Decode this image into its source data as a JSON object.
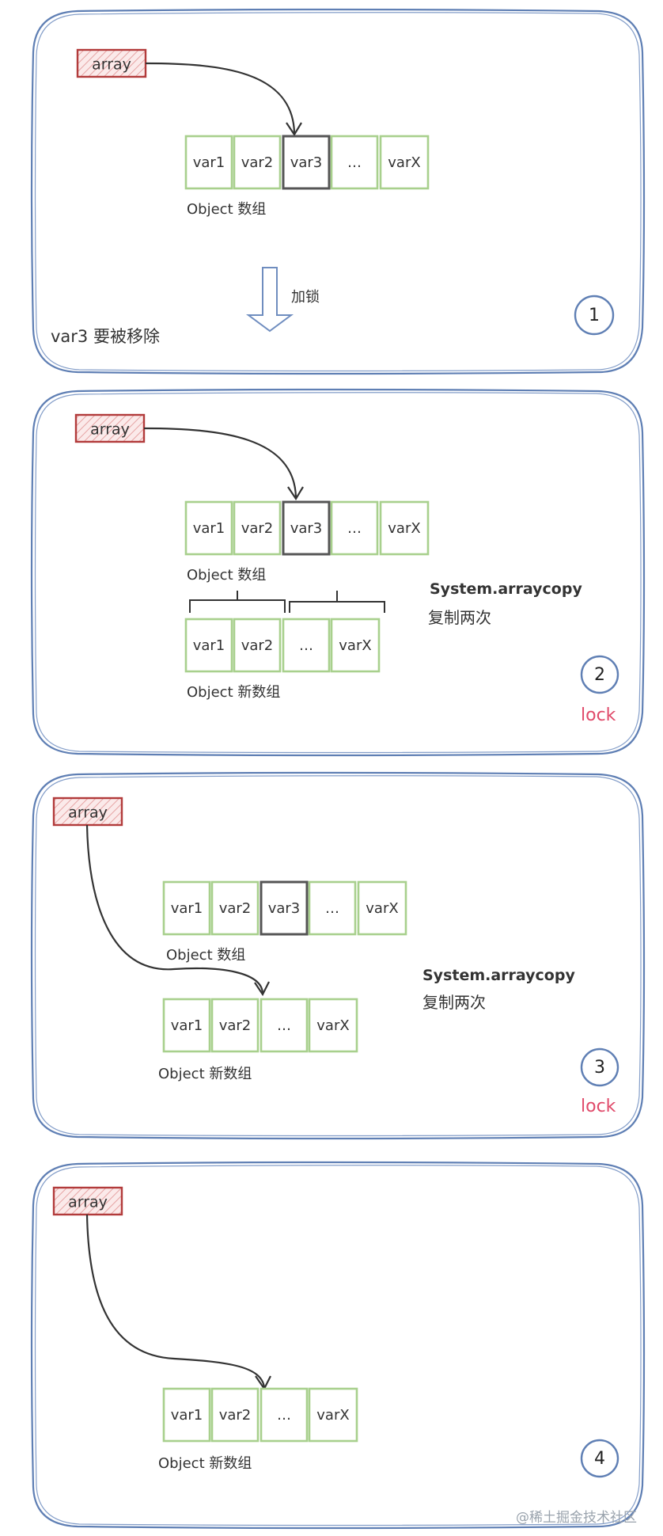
{
  "array_label": "array",
  "panels": [
    {
      "number": "1",
      "old_array": [
        "var1",
        "var2",
        "var3",
        "…",
        "varX"
      ],
      "old_caption": "Object 数组",
      "removed_cell": "var3",
      "arrow_label": "加锁",
      "note": "var3 要被移除"
    },
    {
      "number": "2",
      "old_array": [
        "var1",
        "var2",
        "var3",
        "…",
        "varX"
      ],
      "old_caption": "Object 数组",
      "new_array": [
        "var1",
        "var2",
        "…",
        "varX"
      ],
      "new_caption": "Object 新数组",
      "method": "System.arraycopy",
      "method_note": "复制两次",
      "status": "lock"
    },
    {
      "number": "3",
      "old_array": [
        "var1",
        "var2",
        "var3",
        "…",
        "varX"
      ],
      "old_caption": "Object 数组",
      "new_array": [
        "var1",
        "var2",
        "…",
        "varX"
      ],
      "new_caption": "Object 新数组",
      "method": "System.arraycopy",
      "method_note": "复制两次",
      "status": "lock"
    },
    {
      "number": "4",
      "new_array": [
        "var1",
        "var2",
        "…",
        "varX"
      ],
      "new_caption": "Object 新数组"
    }
  ],
  "colors": {
    "frame": "#5f7fb4",
    "cell_border": "#a8d08d",
    "array_border": "#b23b3b",
    "lock_text": "#e04a6a"
  },
  "watermark": "@稀土掘金技术社区"
}
